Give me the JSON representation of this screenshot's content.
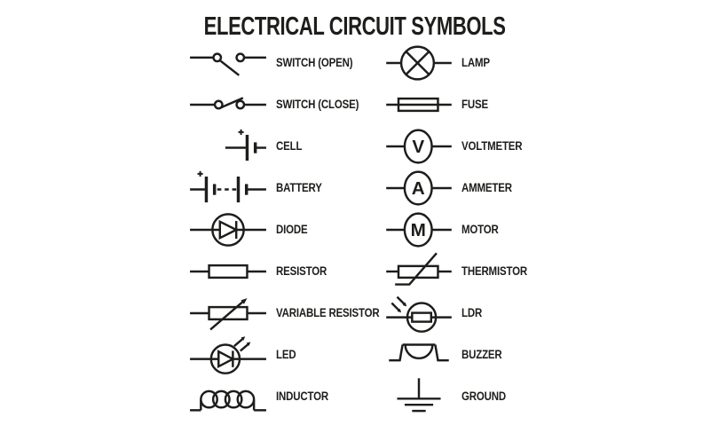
{
  "title": "ELECTRICAL CIRCUIT SYMBOLS",
  "colors": {
    "ink": "#1d1d1b",
    "background": "#ffffff"
  },
  "columns": {
    "left": [
      {
        "label": "SWITCH (OPEN)",
        "symbol": "switch-open-icon"
      },
      {
        "label": "SWITCH (CLOSE)",
        "symbol": "switch-closed-icon"
      },
      {
        "label": "CELL",
        "symbol": "cell-icon"
      },
      {
        "label": "BATTERY",
        "symbol": "battery-icon"
      },
      {
        "label": "DIODE",
        "symbol": "diode-icon"
      },
      {
        "label": "RESISTOR",
        "symbol": "resistor-icon"
      },
      {
        "label": "VARIABLE RESISTOR",
        "symbol": "variable-resistor-icon"
      },
      {
        "label": "LED",
        "symbol": "led-icon"
      },
      {
        "label": "INDUCTOR",
        "symbol": "inductor-icon"
      }
    ],
    "right": [
      {
        "label": "LAMP",
        "symbol": "lamp-icon"
      },
      {
        "label": "FUSE",
        "symbol": "fuse-icon"
      },
      {
        "label": "VOLTMETER",
        "symbol": "voltmeter-icon",
        "letter": "V"
      },
      {
        "label": "AMMETER",
        "symbol": "ammeter-icon",
        "letter": "A"
      },
      {
        "label": "MOTOR",
        "symbol": "motor-icon",
        "letter": "M"
      },
      {
        "label": "THERMISTOR",
        "symbol": "thermistor-icon"
      },
      {
        "label": "LDR",
        "symbol": "ldr-icon"
      },
      {
        "label": "BUZZER",
        "symbol": "buzzer-icon"
      },
      {
        "label": "GROUND",
        "symbol": "ground-icon"
      }
    ]
  }
}
